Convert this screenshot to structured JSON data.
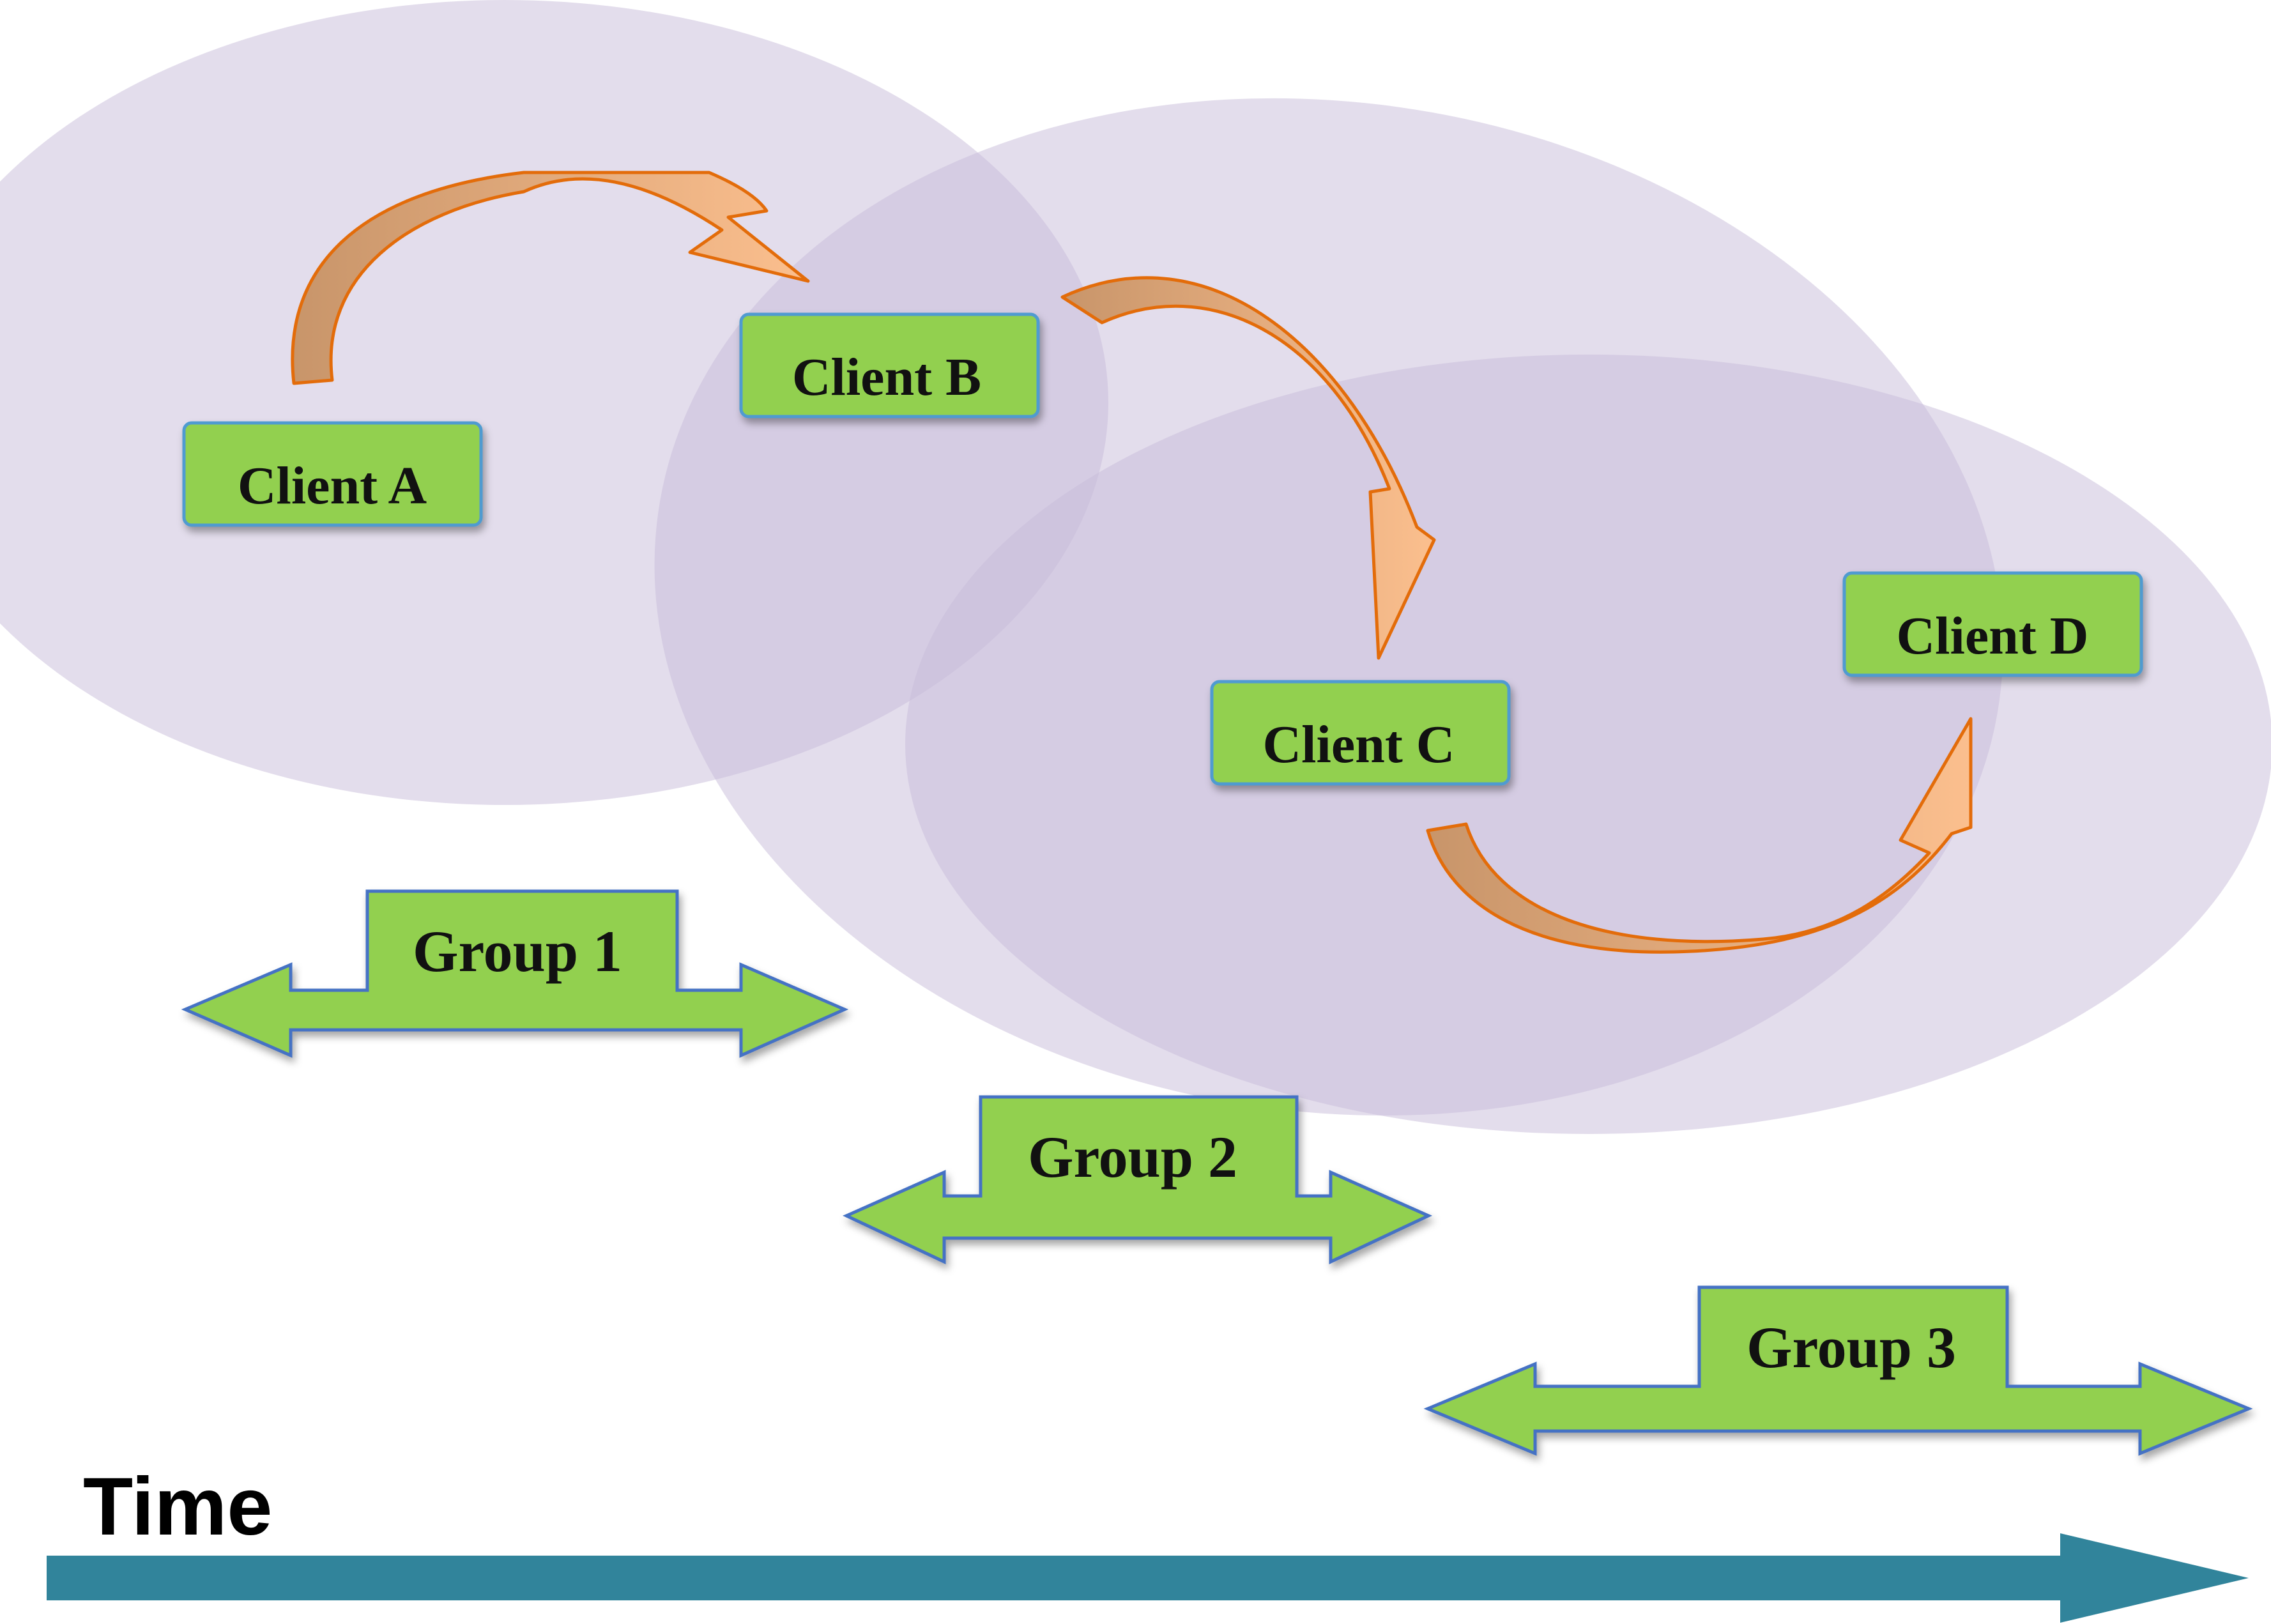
{
  "clients": [
    {
      "id": "a",
      "label": "Client A"
    },
    {
      "id": "b",
      "label": "Client B"
    },
    {
      "id": "c",
      "label": "Client C"
    },
    {
      "id": "d",
      "label": "Client D"
    }
  ],
  "groups": [
    {
      "id": "1",
      "label": "Group 1"
    },
    {
      "id": "2",
      "label": "Group 2"
    },
    {
      "id": "3",
      "label": "Group 3"
    }
  ],
  "time_label": "Time",
  "colors": {
    "ellipse_fill": "#c8bcd9",
    "box_fill": "#92d050",
    "box_stroke": "#4f9bd0",
    "arrow_fill_light": "#fbbf8e",
    "arrow_fill_dark": "#c8956a",
    "arrow_stroke": "#e36c0a",
    "time_arrow": "#31849b",
    "group_arrow_fill": "#92d050",
    "group_arrow_stroke": "#4472c4"
  }
}
